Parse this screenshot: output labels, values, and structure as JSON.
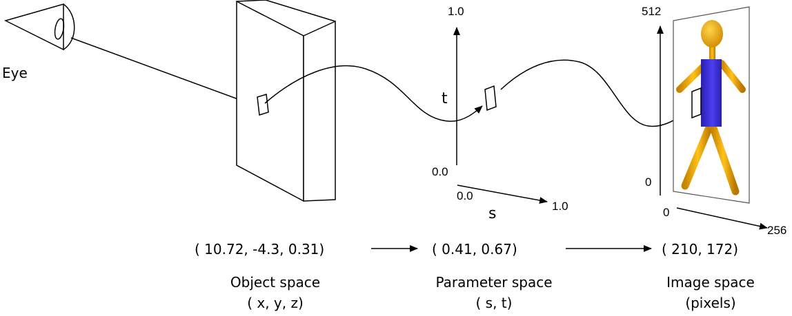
{
  "eye": {
    "label": "Eye"
  },
  "parameter_axes": {
    "t_label": "t",
    "s_label": "s",
    "t_max": "1.0",
    "t_min": "0.0",
    "s_min": "0.0",
    "s_max": "1.0"
  },
  "image_axes": {
    "y_max": "512",
    "y_min": "0",
    "x_min": "0",
    "x_max": "256"
  },
  "coordinates": {
    "object": "( 10.72, -4.3, 0.31)",
    "parameter": "( 0.41, 0.67)",
    "image": "( 210, 172)"
  },
  "captions": {
    "object": {
      "title": "Object space",
      "vars": "( x, y, z)"
    },
    "parameter": {
      "title": "Parameter space",
      "vars": "( s, t)"
    },
    "image": {
      "title": "Image space",
      "vars": "(pixels)"
    }
  },
  "colors": {
    "figure_body": "#3a2fd6",
    "figure_limbs": "#f0a800",
    "figure_shadow": "#9a6a00",
    "outline": "#000000"
  }
}
